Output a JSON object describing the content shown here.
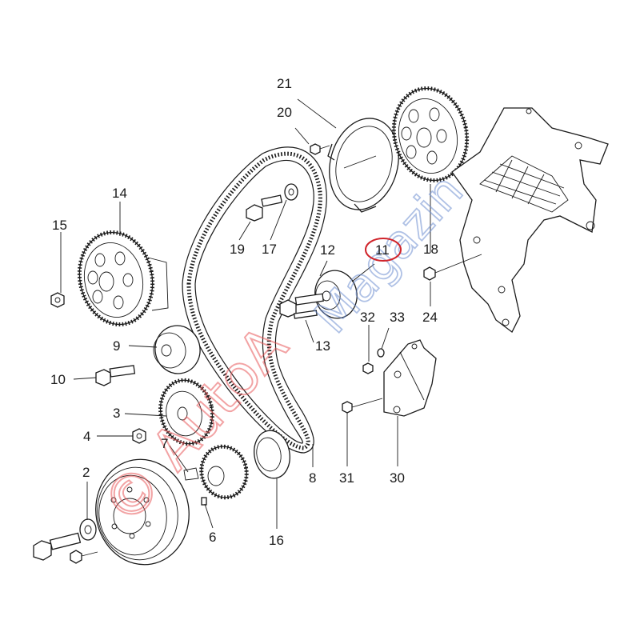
{
  "watermark": {
    "left_text": "© AutoA",
    "right_text": "Magazin",
    "left_color": "#e8585a",
    "right_color": "#6f8fd0"
  },
  "highlight": {
    "part_number": "11",
    "ring_color": "#d0242b"
  },
  "callouts": {
    "c2": "2",
    "c3": "3",
    "c4": "4",
    "c6": "6",
    "c7": "7",
    "c8": "8",
    "c9": "9",
    "c10": "10",
    "c11": "11",
    "c12": "12",
    "c13": "13",
    "c14": "14",
    "c15": "15",
    "c16": "16",
    "c17": "17",
    "c18": "18",
    "c19": "19",
    "c20": "20",
    "c21": "21",
    "c24": "24",
    "c30": "30",
    "c31": "31",
    "c32": "32",
    "c33": "33"
  }
}
